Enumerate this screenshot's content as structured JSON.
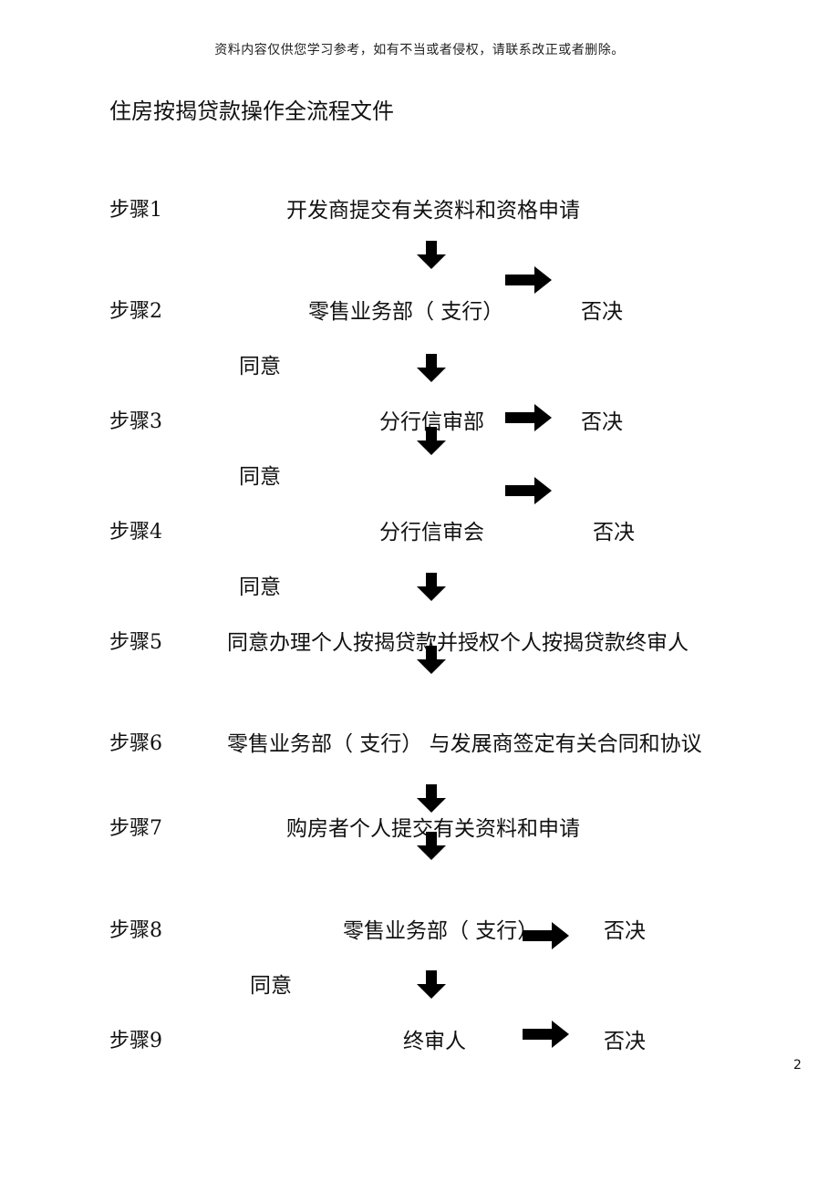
{
  "header_note": "资料内容仅供您学习参考，如有不当或者侵权，请联系改正或者删除。",
  "title": "住房按揭贷款操作全流程文件",
  "steps": [
    {
      "label": "步骤1",
      "text": "开发商提交有关资料和资格申请"
    },
    {
      "label": "步骤2",
      "text": "零售业务部（ 支行）",
      "reject": "否决",
      "agree": "同意"
    },
    {
      "label": "步骤3",
      "text": "分行信审部",
      "reject": "否决",
      "agree": "同意"
    },
    {
      "label": "步骤4",
      "text": "分行信审会",
      "reject": "否决",
      "agree": "同意"
    },
    {
      "label": "步骤5",
      "text": "同意办理个人按揭贷款并授权个人按揭贷款终审人"
    },
    {
      "label": "步骤6",
      "text": "零售业务部（ 支行） 与发展商签定有关合同和协议"
    },
    {
      "label": "步骤7",
      "text": "购房者个人提交有关资料和申请"
    },
    {
      "label": "步骤8",
      "text": "零售业务部（ 支行）",
      "reject": "否决",
      "agree": "同意"
    },
    {
      "label": "步骤9",
      "text": "终审人",
      "reject": "否决"
    }
  ],
  "page_number": "2",
  "colors": {
    "text": "#111111",
    "arrow": "#000000"
  }
}
